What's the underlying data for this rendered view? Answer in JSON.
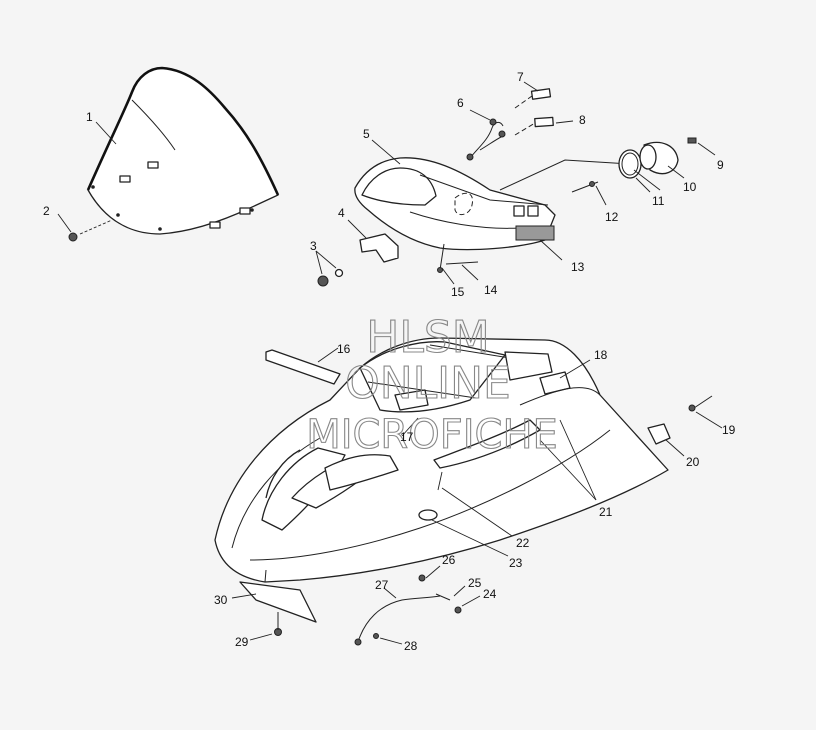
{
  "watermark": {
    "line1": "HLSM",
    "line2": "ONLINE",
    "line3": "MICROFICHE"
  },
  "callouts": [
    "1",
    "2",
    "3",
    "4",
    "5",
    "6",
    "7",
    "8",
    "9",
    "10",
    "11",
    "12",
    "13",
    "14",
    "15",
    "16",
    "17",
    "18",
    "19",
    "20",
    "21",
    "22",
    "23",
    "24",
    "25",
    "26",
    "27",
    "28",
    "29",
    "30"
  ]
}
